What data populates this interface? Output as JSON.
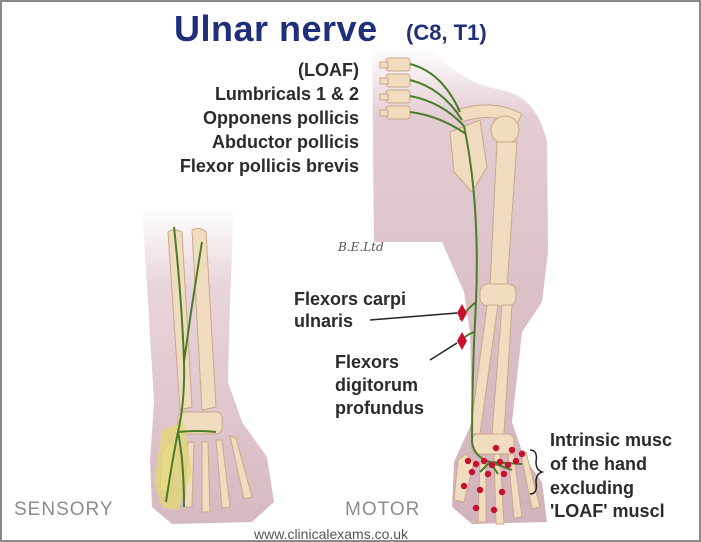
{
  "title": {
    "main": "Ulnar nerve",
    "roots": "(C8, T1)"
  },
  "loaf": {
    "heading": "(LOAF)",
    "lines": [
      "Lumbricals 1 & 2",
      "Opponens pollicis",
      "Abductor pollicis",
      "Flexor pollicis brevis"
    ]
  },
  "labels": {
    "fcu": [
      "Flexors carpi",
      "ulnaris"
    ],
    "fdp": [
      "Flexors",
      "digitorum",
      "profundus"
    ],
    "intrinsic": [
      "Intrinsic musc",
      "of the hand",
      "excluding",
      "'LOAF' muscl"
    ]
  },
  "panels": {
    "sensory": "SENSORY",
    "motor": "MOTOR"
  },
  "watermark": "B.E.Ltd",
  "website": "www.clinicalexams.co.uk",
  "colors": {
    "title": "#1f2f7a",
    "nerve": "#4a7d2a",
    "muscle_dot": "#c8102e",
    "skin": "#dcc3c9",
    "bone": "#f2dcc0",
    "sensory_area": "#e3d873"
  }
}
